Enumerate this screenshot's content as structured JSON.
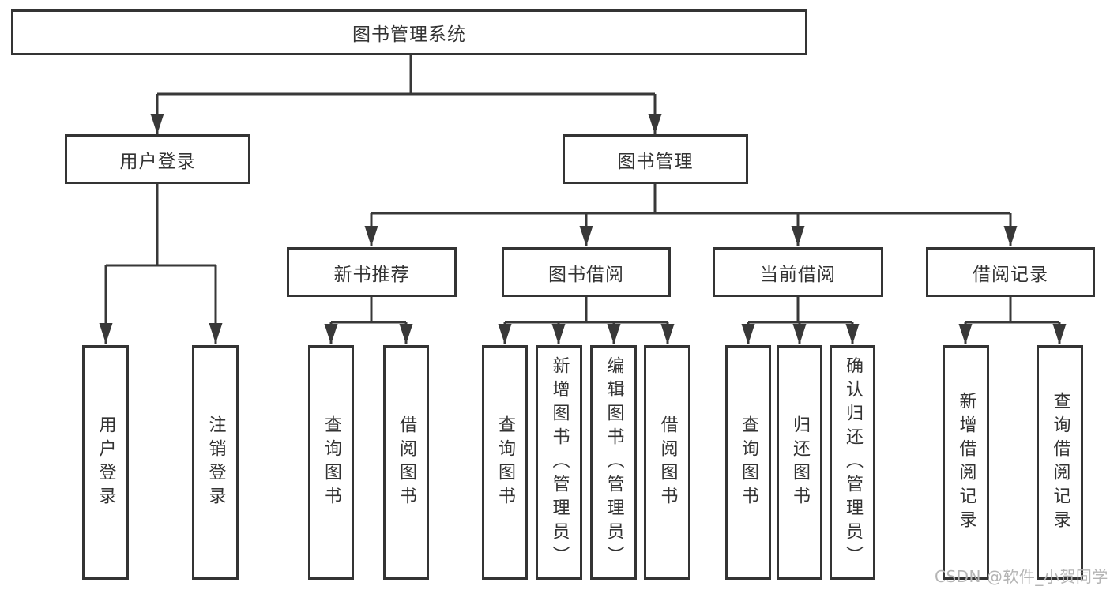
{
  "nodes": {
    "root": {
      "label": "图书管理系统"
    },
    "level2": [
      {
        "label": "用户登录"
      },
      {
        "label": "图书管理"
      }
    ],
    "level3": [
      {
        "label": "新书推荐"
      },
      {
        "label": "图书借阅"
      },
      {
        "label": "当前借阅"
      },
      {
        "label": "借阅记录"
      }
    ],
    "leaves": {
      "user_login": [
        "用户登录",
        "注销登录"
      ],
      "new_books": [
        "查询图书",
        "借阅图书"
      ],
      "book_borrow": [
        "查询图书",
        "新增图书（管理员）",
        "编辑图书（管理员）",
        "借阅图书"
      ],
      "current_borrow": [
        "查询图书",
        "归还图书",
        "确认归还（管理员）"
      ],
      "borrow_records": [
        "新增借阅记录",
        "查询借阅记录"
      ]
    }
  },
  "watermark": "CSDN @软件_小贺同学",
  "colors": {
    "line": "#383838",
    "box_border": "#343434",
    "text": "#333333",
    "watermark_text": "#b5b5b5",
    "background": "#ffffff"
  }
}
